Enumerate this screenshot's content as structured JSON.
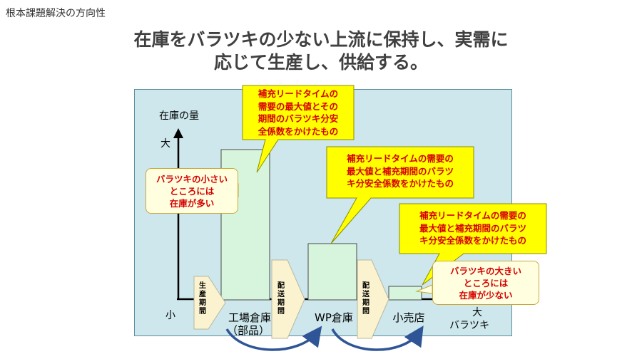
{
  "section_label": "根本課題解決の方向性",
  "title_line1": "在庫をバラツキの少ない上流に保持し、実需に",
  "title_line2": "応じて生産し、供給する。",
  "y_axis": {
    "label": "在庫の量",
    "high": "大",
    "low": "小"
  },
  "x_axis": {
    "high_line1": "大",
    "high_line2": "バラツキ"
  },
  "locations": {
    "factory_line1": "工場倉庫",
    "factory_line2": "（部品）",
    "wp": "WP倉庫",
    "retail": "小売店"
  },
  "lead_times": {
    "production": [
      "生",
      "産",
      "期",
      "間"
    ],
    "delivery1": [
      "配",
      "送",
      "期",
      "間"
    ],
    "delivery2": [
      "配",
      "送",
      "期",
      "間"
    ]
  },
  "callouts": {
    "factory": [
      "補充リードタイムの",
      "需要の最大値とその",
      "期間のバラツキ分安",
      "全係数をかけたもの"
    ],
    "wp": [
      "補充リードタイムの需要の",
      "最大値と補充期間のバラツ",
      "キ分安全係数をかけたもの"
    ],
    "retail": [
      "補充リードタイムの需要の",
      "最大値と補充期間のバラツ",
      "キ分安全係数をかけたもの"
    ]
  },
  "notes": {
    "low_var": [
      "バラツキの小さい",
      "ところには",
      "在庫が多い"
    ],
    "high_var": [
      "バラツキの大きい",
      "ところには",
      "在庫が少ない"
    ]
  },
  "colors": {
    "panel": "#cde7ec",
    "bar": "#d7f5dc",
    "callout_fill": "#ffff00",
    "callout_text": "#d60000",
    "chevron": "#fbf2cf",
    "arrow": "#2f5597"
  }
}
